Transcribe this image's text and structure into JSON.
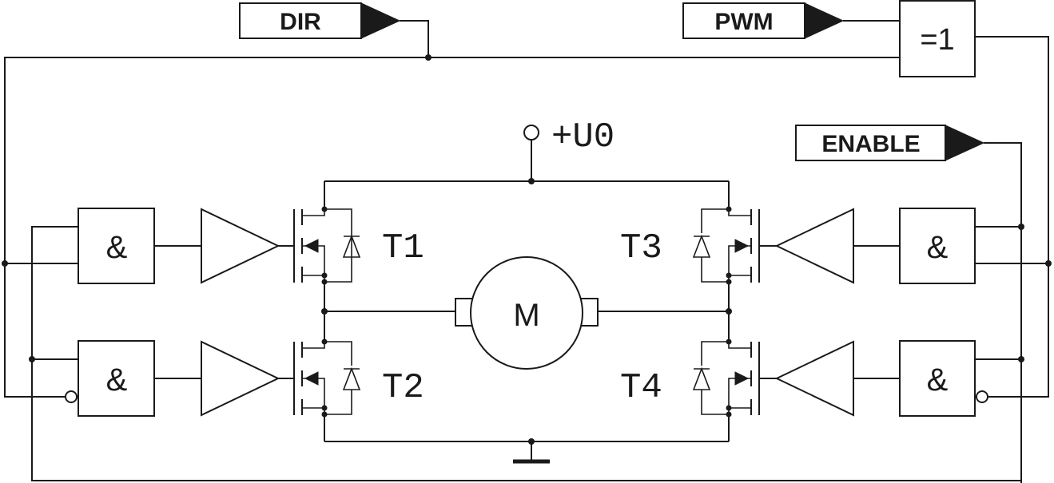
{
  "inputs": {
    "dir": "DIR",
    "pwm": "PWM",
    "enable": "ENABLE"
  },
  "xor_gate": "=1",
  "and_gate": "&",
  "supply": "+U0",
  "motor": "M",
  "transistors": {
    "t1": "T1",
    "t2": "T2",
    "t3": "T3",
    "t4": "T4"
  }
}
